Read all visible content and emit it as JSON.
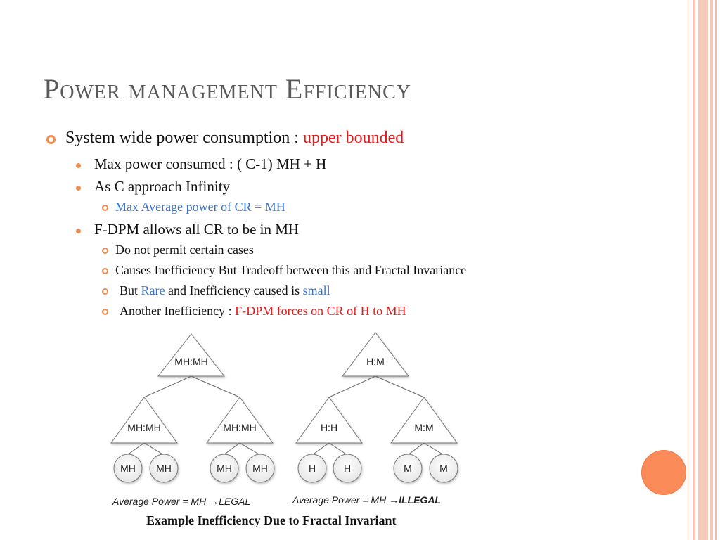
{
  "slide": {
    "title": "Power management Efficiency",
    "accent_color": "#f08a50",
    "bullets": {
      "b1": {
        "prefix": "System wide power consumption : ",
        "highlight": "upper bounded"
      },
      "b2": "Max power consumed : ( C-1) MH + H",
      "b3": "As C approach Infinity",
      "b3_1": "Max Average power of CR = MH",
      "b4": "F-DPM allows all CR to be in MH",
      "b4_1": "Do not permit certain cases",
      "b4_2": "Causes Inefficiency But Tradeoff between this and Fractal Invariance",
      "b4_3": {
        "p1": "But ",
        "rare": "Rare",
        "p2": " and Inefficiency caused is ",
        "small": "small"
      },
      "b4_4": {
        "prefix": "Another Inefficiency : ",
        "highlight": "F-DPM forces on CR of H to MH"
      }
    }
  },
  "diagram": {
    "left": {
      "root": "MH:MH",
      "children": [
        "MH:MH",
        "MH:MH"
      ],
      "leaves": [
        "MH",
        "MH",
        "MH",
        "MH"
      ],
      "caption_prefix": "Average Power = MH ",
      "caption_result": "LEGAL"
    },
    "right": {
      "root": "H:M",
      "children": [
        "H:H",
        "M:M"
      ],
      "leaves": [
        "H",
        "H",
        "M",
        "M"
      ],
      "caption_prefix": "Average Power = MH ",
      "caption_result": "ILLEGAL"
    },
    "arrow": "→",
    "caption": "Example Inefficiency Due to Fractal Invariant"
  }
}
